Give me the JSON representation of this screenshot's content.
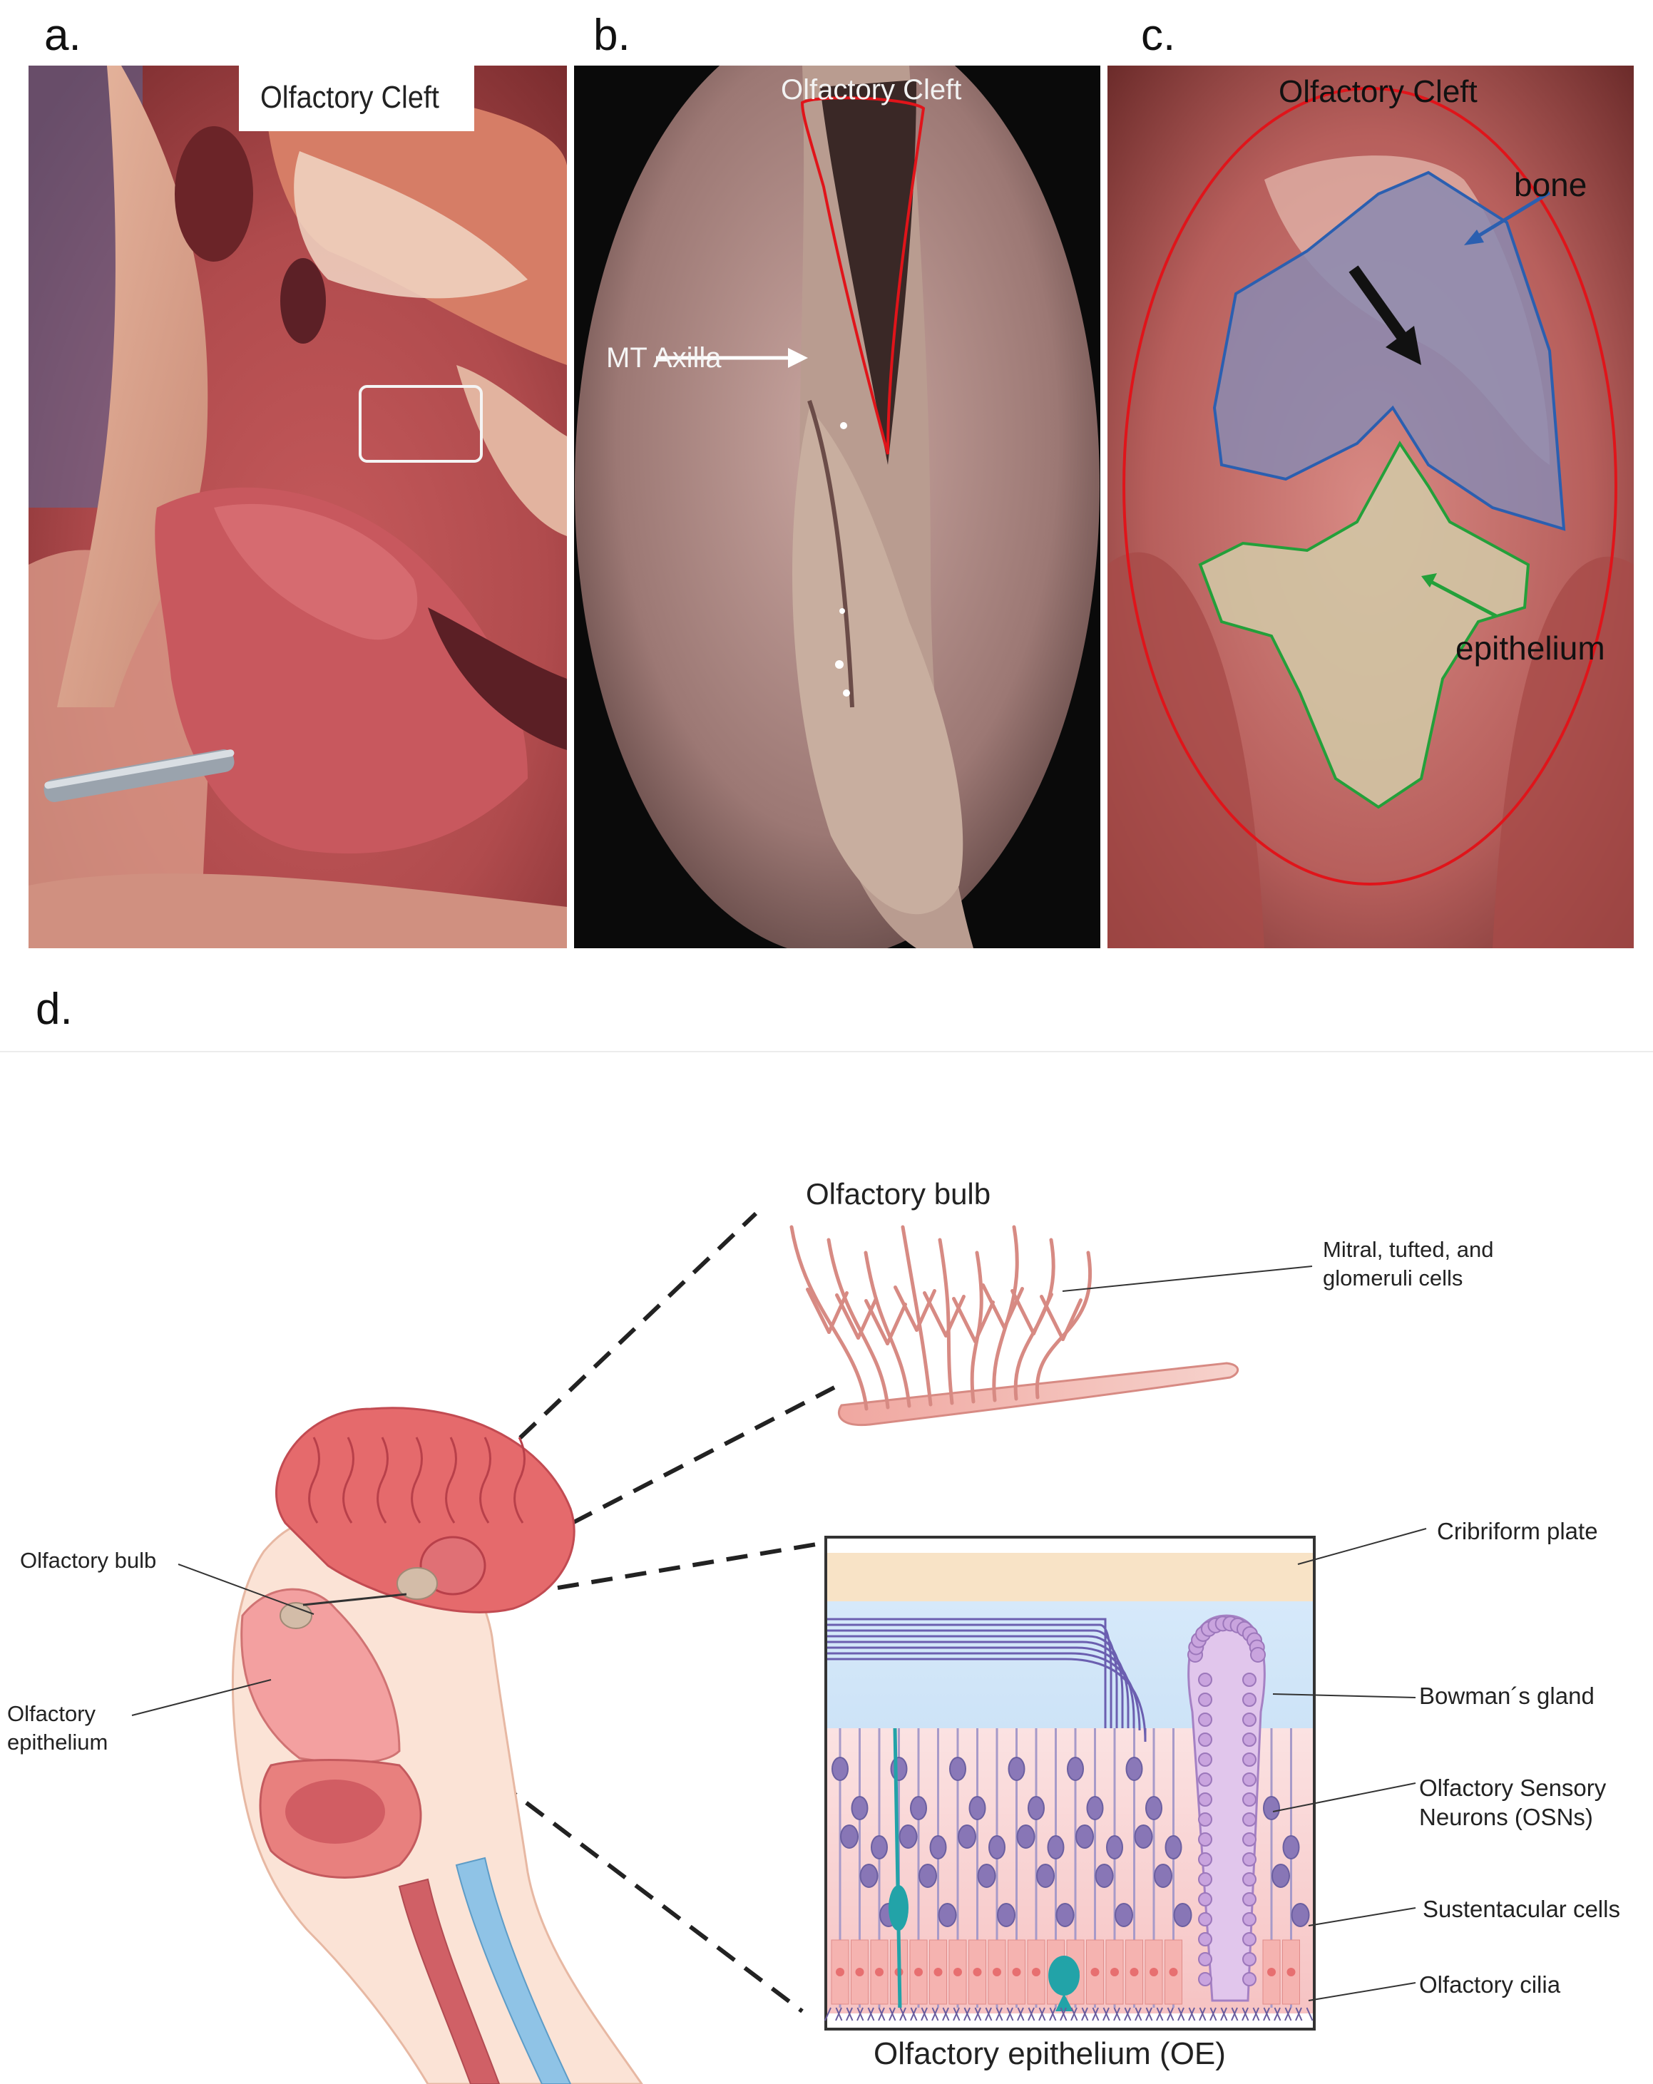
{
  "panels": {
    "a": {
      "letter": "a.",
      "cleft_label": "Olfactory Cleft"
    },
    "b": {
      "letter": "b.",
      "cleft_label": "Olfactory Cleft",
      "axilla_label": "MT Axilla"
    },
    "c": {
      "letter": "c.",
      "cleft_label": "Olfactory Cleft",
      "bone_label": "bone",
      "epithelium_label": "epithelium"
    },
    "d": {
      "letter": "d.",
      "bulb_title": "Olfactory bulb",
      "mitral_label_1": "Mitral, tufted, and",
      "mitral_label_2": "glomeruli cells",
      "head_bulb_label": "Olfactory bulb",
      "head_epi_label_1": "Olfactory",
      "head_epi_label_2": "epithelium",
      "cribriform_label": "Cribriform plate",
      "bowman_label": "Bowman´s gland",
      "osn_label_1": "Olfactory Sensory",
      "osn_label_2": "Neurons (OSNs)",
      "sustentacular_label": "Sustentacular cells",
      "cilia_label": "Olfactory cilia",
      "oe_title": "Olfactory epithelium (OE)"
    }
  },
  "colors": {
    "outline_red": "#e0141a",
    "outline_blue": "#2b5fb0",
    "outline_green": "#23a03a",
    "tissue": "#c56a68"
  }
}
